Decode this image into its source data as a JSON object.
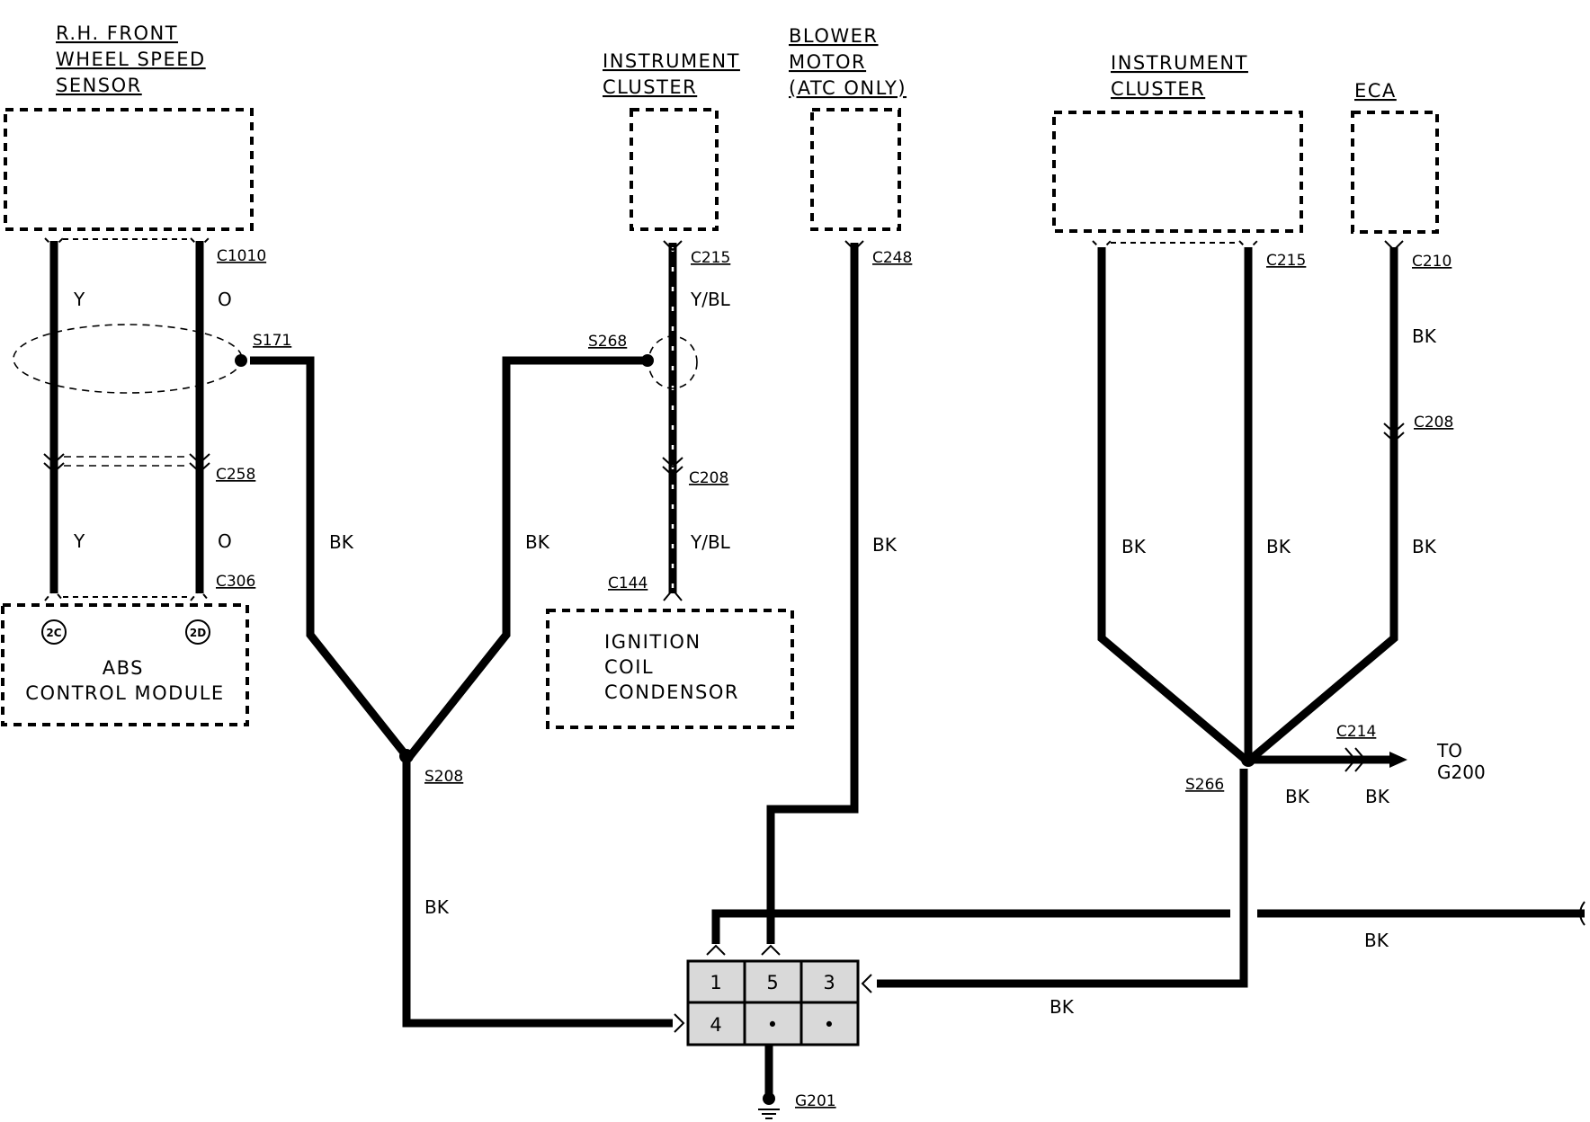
{
  "components": {
    "rh_front_wheel_speed_sensor": [
      "R.H. FRONT",
      "WHEEL SPEED",
      "SENSOR"
    ],
    "instrument_cluster_left": [
      "INSTRUMENT",
      "CLUSTER"
    ],
    "blower_motor": [
      "BLOWER",
      "MOTOR",
      "(ATC ONLY)"
    ],
    "instrument_cluster_right": [
      "INSTRUMENT",
      "CLUSTER"
    ],
    "eca": [
      "ECA"
    ],
    "abs_control_module": [
      "ABS",
      "CONTROL MODULE"
    ],
    "ignition_coil_condensor": [
      "IGNITION",
      "COIL",
      "CONDENSOR"
    ]
  },
  "connectors": {
    "c1010": "C1010",
    "c258": "C258",
    "c306": "C306",
    "c215_left": "C215",
    "c208_left": "C208",
    "c144": "C144",
    "c248": "C248",
    "c215_right": "C215",
    "c210": "C210",
    "c208_right": "C208",
    "c214": "C214"
  },
  "splices": {
    "s171": "S171",
    "s268": "S268",
    "s208": "S208",
    "s266": "S266"
  },
  "ground": {
    "g201": "G201",
    "to_label": [
      "TO",
      "G200"
    ]
  },
  "pins": {
    "abs_2c": "2C",
    "abs_2d": "2D"
  },
  "wire_colors": {
    "sensor_y_upper": "Y",
    "sensor_o_upper": "O",
    "sensor_y_lower": "Y",
    "sensor_o_lower": "O",
    "s171_to_s208": "BK",
    "s268_to_s208": "BK",
    "cluster_upper": "Y/BL",
    "cluster_lower": "Y/BL",
    "blower": "BK",
    "s208_to_block": "BK",
    "cluster_right_a": "BK",
    "cluster_right_b": "BK",
    "eca_upper": "BK",
    "eca_lower": "BK",
    "s266_out_a": "BK",
    "s266_out_b": "BK",
    "bus_right": "BK",
    "block_to_s266": "BK"
  },
  "ground_block": {
    "terminals": [
      "1",
      "5",
      "3",
      "4",
      "•",
      "•"
    ]
  }
}
